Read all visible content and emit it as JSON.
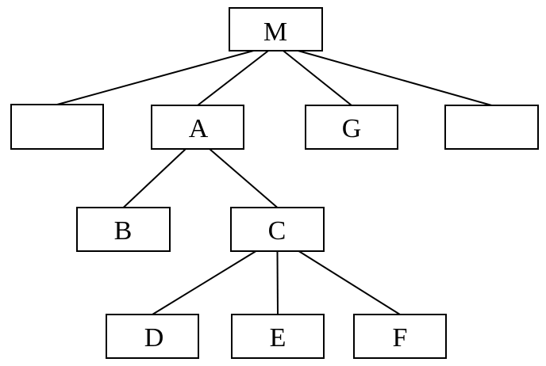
{
  "tree": {
    "nodes": [
      {
        "id": "root",
        "label": "M"
      },
      {
        "id": "l1-1",
        "label": ""
      },
      {
        "id": "l1-2",
        "label": "A"
      },
      {
        "id": "l1-3",
        "label": "G"
      },
      {
        "id": "l1-4",
        "label": ""
      },
      {
        "id": "l2-1",
        "label": "B"
      },
      {
        "id": "l2-2",
        "label": "C"
      },
      {
        "id": "l3-1",
        "label": "D"
      },
      {
        "id": "l3-2",
        "label": "E"
      },
      {
        "id": "l3-3",
        "label": "F"
      }
    ],
    "edges": [
      {
        "from": "root",
        "to": "l1-1"
      },
      {
        "from": "root",
        "to": "l1-2"
      },
      {
        "from": "root",
        "to": "l1-3"
      },
      {
        "from": "root",
        "to": "l1-4"
      },
      {
        "from": "l1-2",
        "to": "l2-1"
      },
      {
        "from": "l1-2",
        "to": "l2-2"
      },
      {
        "from": "l2-2",
        "to": "l3-1"
      },
      {
        "from": "l2-2",
        "to": "l3-2"
      },
      {
        "from": "l2-2",
        "to": "l3-3"
      }
    ]
  }
}
